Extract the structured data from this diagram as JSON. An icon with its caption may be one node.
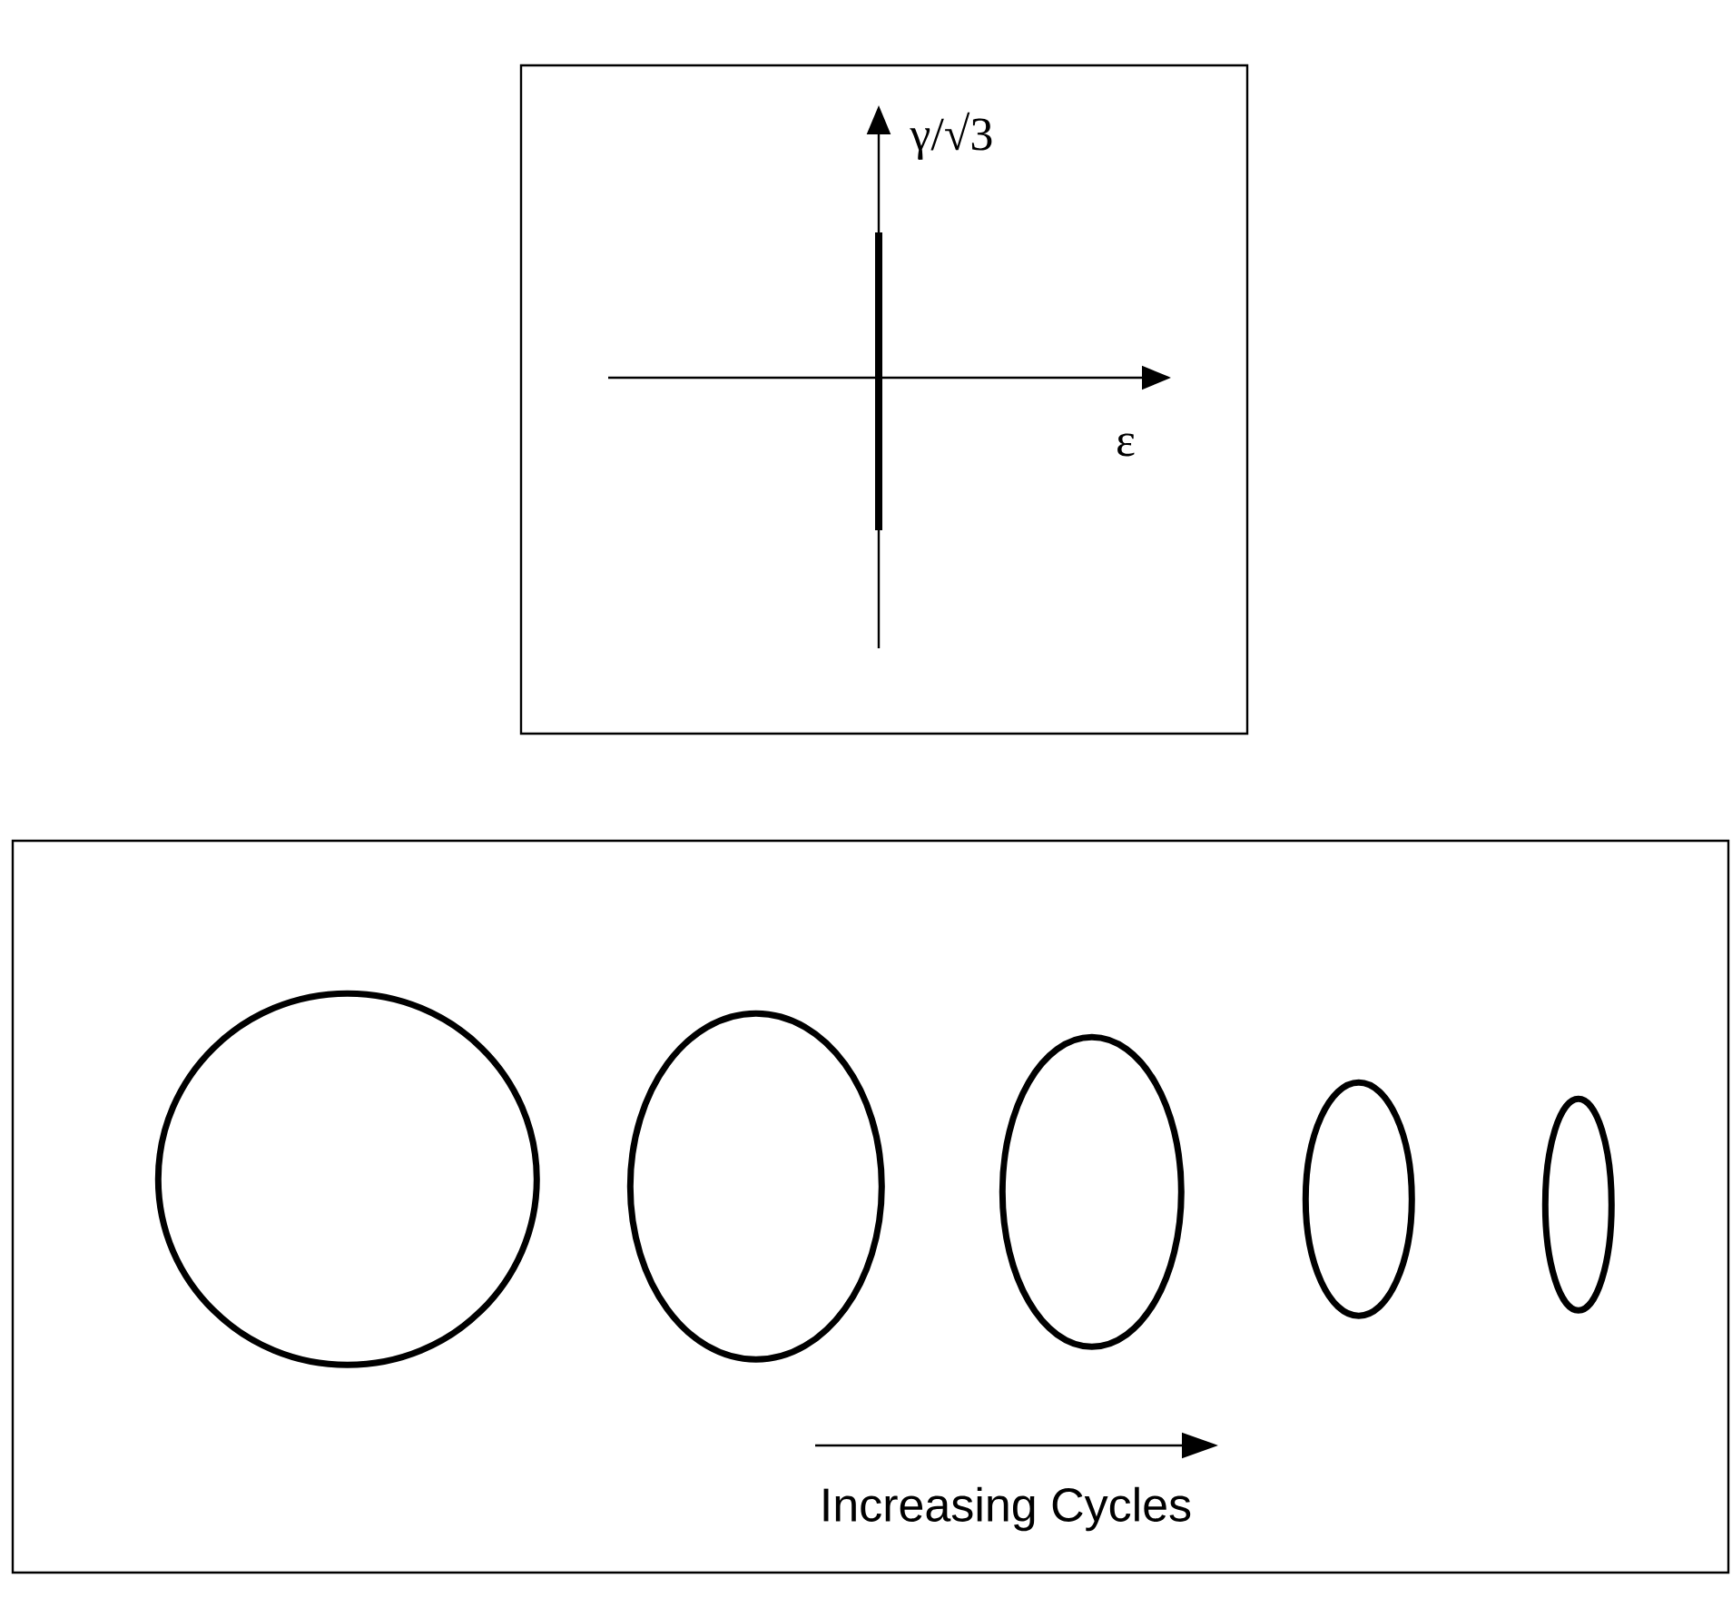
{
  "diagram": {
    "nodes": [
      {
        "text": [],
        "shape": "box"
      },
      {
        "text": [],
        "shape": "box"
      },
      {
        "text": [],
        "shape": "ellipse",
        "in": 1
      },
      {
        "text": [],
        "shape": "ellipse",
        "in": 1
      },
      {
        "text": [],
        "shape": "ellipse",
        "in": 1
      },
      {
        "text": [],
        "shape": "ellipse",
        "in": 1
      },
      {
        "text": [],
        "shape": "ellipse",
        "in": 1
      }
    ],
    "labels": [
      "γ/√3",
      "ε",
      "Increasing Cycles"
    ]
  }
}
